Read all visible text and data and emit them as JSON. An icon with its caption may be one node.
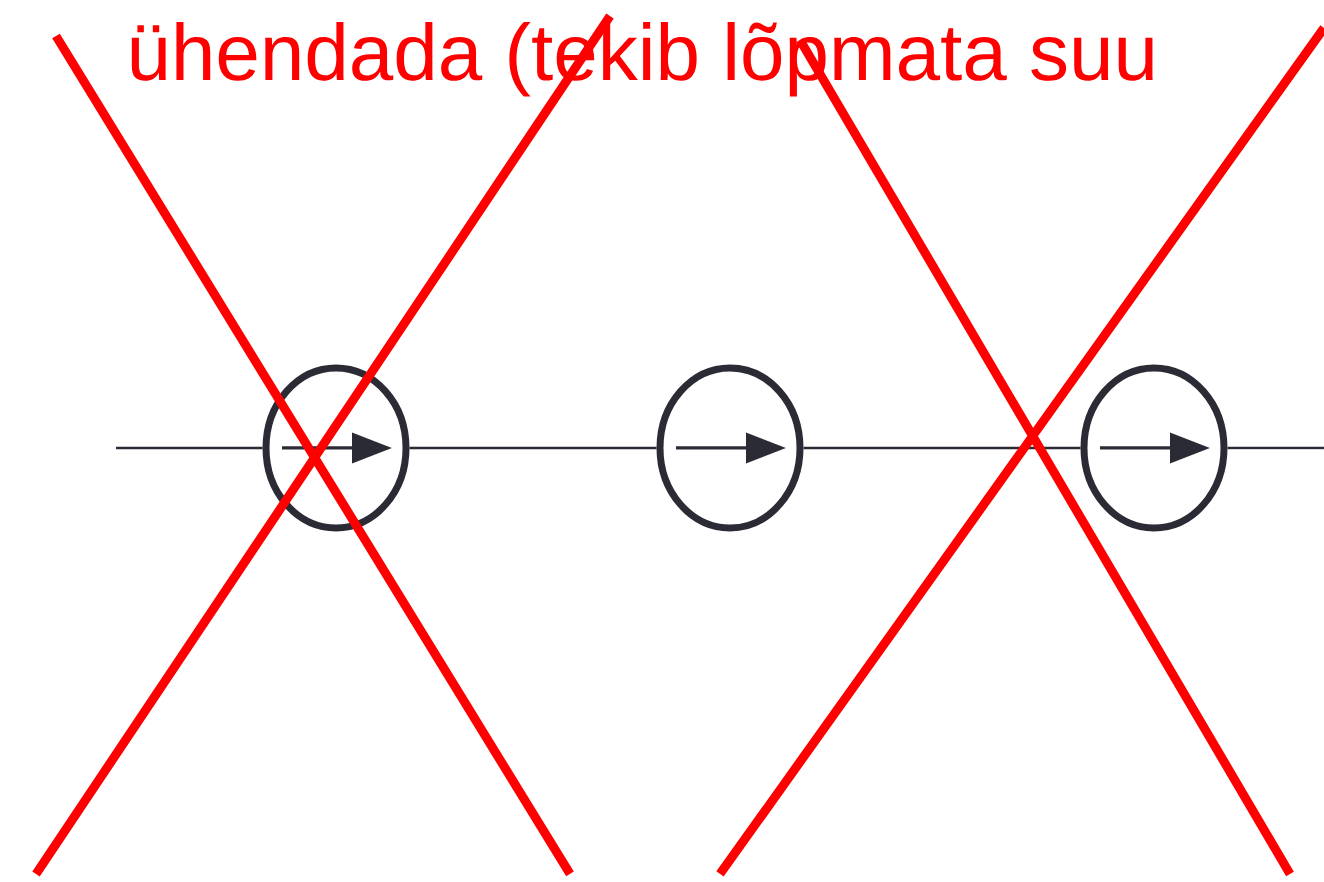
{
  "diagram": {
    "title": "ühendada (tekib lõpmata suu",
    "nodes": [
      {
        "text": [],
        "shape": "circle"
      },
      {
        "text": [],
        "shape": "circle"
      },
      {
        "text": [],
        "shape": "circle"
      }
    ],
    "edges": [
      {
        "from": null,
        "to": 0,
        "arrow": "none"
      },
      {
        "from": 0,
        "to": 1,
        "arrow": "none"
      },
      {
        "from": 1,
        "to": 2,
        "arrow": "none"
      },
      {
        "from": 2,
        "to": null,
        "arrow": "none"
      }
    ]
  }
}
